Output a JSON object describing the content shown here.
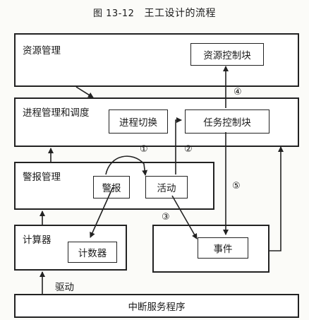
{
  "caption": {
    "figure_number": "图 13-12",
    "title": "王工设计的流程"
  },
  "modules": {
    "resource_mgmt": "资源管理",
    "process_sched": "进程管理和调度",
    "alarm_mgmt": "警报管理",
    "calculator": "计算器",
    "event_area": ""
  },
  "blocks": {
    "resource_ctrl": "资源控制块",
    "process_switch": "进程切换",
    "task_ctrl": "任务控制块",
    "alarm": "警报",
    "activity": "活动",
    "counter": "计数器",
    "event": "事件",
    "isr": "中断服务程序"
  },
  "edge_labels": {
    "drive": "驱动",
    "n1": "①",
    "n2": "②",
    "n3": "③",
    "n4": "④",
    "n5": "⑤"
  }
}
